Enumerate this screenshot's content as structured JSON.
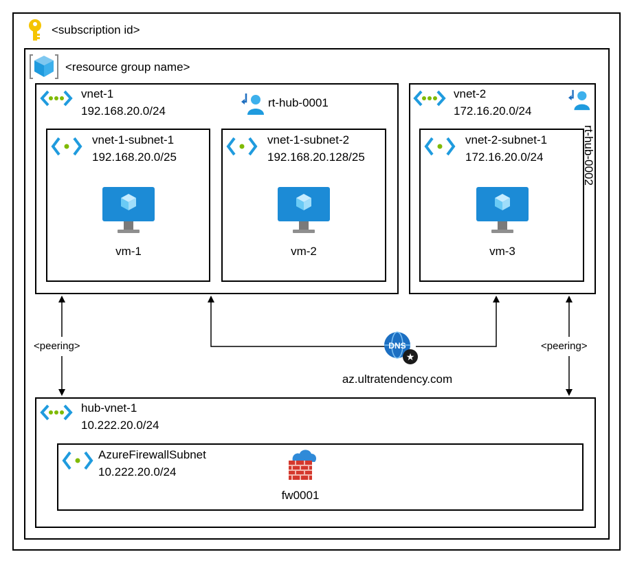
{
  "subscription": {
    "label": "<subscription id>"
  },
  "resource_group": {
    "label": "<resource group name>"
  },
  "vnet1": {
    "name": "vnet-1",
    "cidr": "192.168.20.0/24",
    "route_table": "rt-hub-0001",
    "subnet1": {
      "name": "vnet-1-subnet-1",
      "cidr": "192.168.20.0/25",
      "vm": "vm-1"
    },
    "subnet2": {
      "name": "vnet-1-subnet-2",
      "cidr": "192.168.20.128/25",
      "vm": "vm-2"
    }
  },
  "vnet2": {
    "name": "vnet-2",
    "cidr": "172.16.20.0/24",
    "route_table": "rt-hub-0002",
    "subnet1": {
      "name": "vnet-2-subnet-1",
      "cidr": "172.16.20.0/24",
      "vm": "vm-3"
    }
  },
  "hub": {
    "name": "hub-vnet-1",
    "cidr": "10.222.20.0/24",
    "firewall_subnet": {
      "name": "AzureFirewallSubnet",
      "cidr": "10.222.20.0/24",
      "firewall": "fw0001"
    }
  },
  "connections": {
    "peering_left": "<peering>",
    "peering_right": "<peering>"
  },
  "dns": {
    "name": "az.ultratendency.com",
    "icon_text": "DNS"
  },
  "colors": {
    "vnet_icon": "#1F9BDE",
    "vnet_dot": "#7FBA00",
    "vm_screen": "#1C8BD6",
    "firewall": "#D4382D",
    "dns_globe": "#1C6FC2"
  }
}
